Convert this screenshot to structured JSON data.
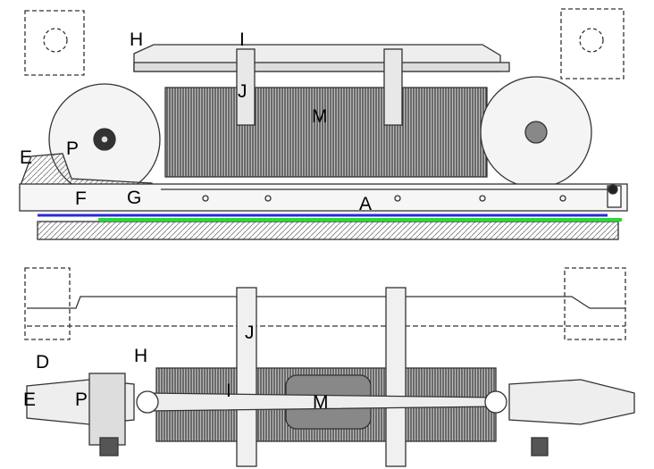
{
  "figure": {
    "top_view_labels": {
      "H": "H",
      "I": "I",
      "J": "J",
      "M": "M",
      "P": "P",
      "E": "E",
      "F": "F",
      "G": "G",
      "A": "A"
    },
    "bottom_view_labels": {
      "J": "J",
      "D": "D",
      "H": "H",
      "E": "E",
      "P": "P",
      "I": "I",
      "M": "M"
    },
    "colors": {
      "line_ink": "#333333",
      "highlight_blue": "#2a2ad8",
      "highlight_green": "#22dd33",
      "coil": "#555555"
    }
  }
}
